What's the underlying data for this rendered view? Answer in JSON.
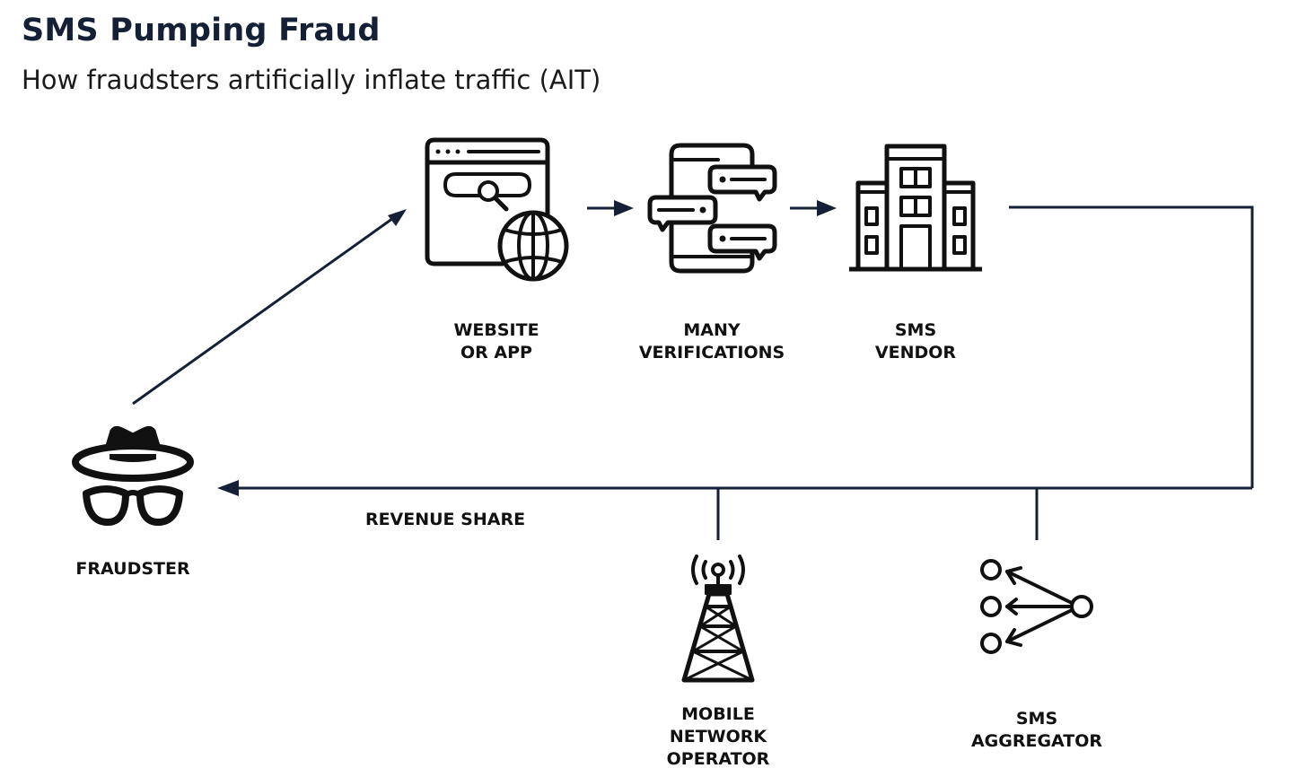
{
  "header": {
    "title": "SMS Pumping Fraud",
    "subtitle": "How fraudsters artificially inflate traffic (AIT)"
  },
  "nodes": {
    "website": {
      "line1": "WEBSITE",
      "line2": "OR APP",
      "icon": "browser-globe-icon"
    },
    "verifications": {
      "line1": "MANY",
      "line2": "VERIFICATIONS",
      "icon": "phone-messages-icon"
    },
    "vendor": {
      "line1": "SMS",
      "line2": "VENDOR",
      "icon": "building-icon"
    },
    "fraudster": {
      "line1": "FRAUDSTER",
      "icon": "spy-icon"
    },
    "operator": {
      "line1": "MOBILE",
      "line2": "NETWORK",
      "line3": "OPERATOR",
      "icon": "cell-tower-icon"
    },
    "aggregator": {
      "line1": "SMS",
      "line2": "AGGREGATOR",
      "icon": "network-nodes-icon"
    }
  },
  "edges": {
    "revenue_label": "REVENUE SHARE"
  },
  "colors": {
    "title": "#152036",
    "line": "#152036",
    "icon": "#111111"
  }
}
